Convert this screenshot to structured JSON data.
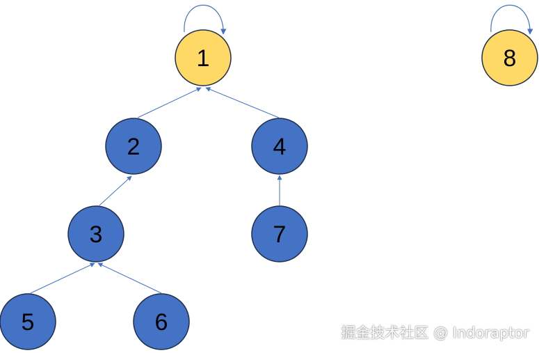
{
  "diagram": {
    "nodes": [
      {
        "id": "1",
        "label": "1",
        "role": "root"
      },
      {
        "id": "2",
        "label": "2",
        "role": "child"
      },
      {
        "id": "4",
        "label": "4",
        "role": "child"
      },
      {
        "id": "3",
        "label": "3",
        "role": "child"
      },
      {
        "id": "7",
        "label": "7",
        "role": "child"
      },
      {
        "id": "5",
        "label": "5",
        "role": "child"
      },
      {
        "id": "6",
        "label": "6",
        "role": "child"
      },
      {
        "id": "8",
        "label": "8",
        "role": "root"
      }
    ],
    "edges": [
      {
        "from": "1",
        "to": "1"
      },
      {
        "from": "8",
        "to": "8"
      },
      {
        "from": "2",
        "to": "1"
      },
      {
        "from": "4",
        "to": "1"
      },
      {
        "from": "3",
        "to": "2"
      },
      {
        "from": "7",
        "to": "4"
      },
      {
        "from": "5",
        "to": "3"
      },
      {
        "from": "6",
        "to": "3"
      }
    ]
  },
  "colors": {
    "root_fill": "#FFD966",
    "child_fill": "#4472C4",
    "node_stroke": "#1F2D4F",
    "edge": "#4472C4"
  },
  "watermark": {
    "text": "掘金技术社区 @ Indoraptor"
  }
}
